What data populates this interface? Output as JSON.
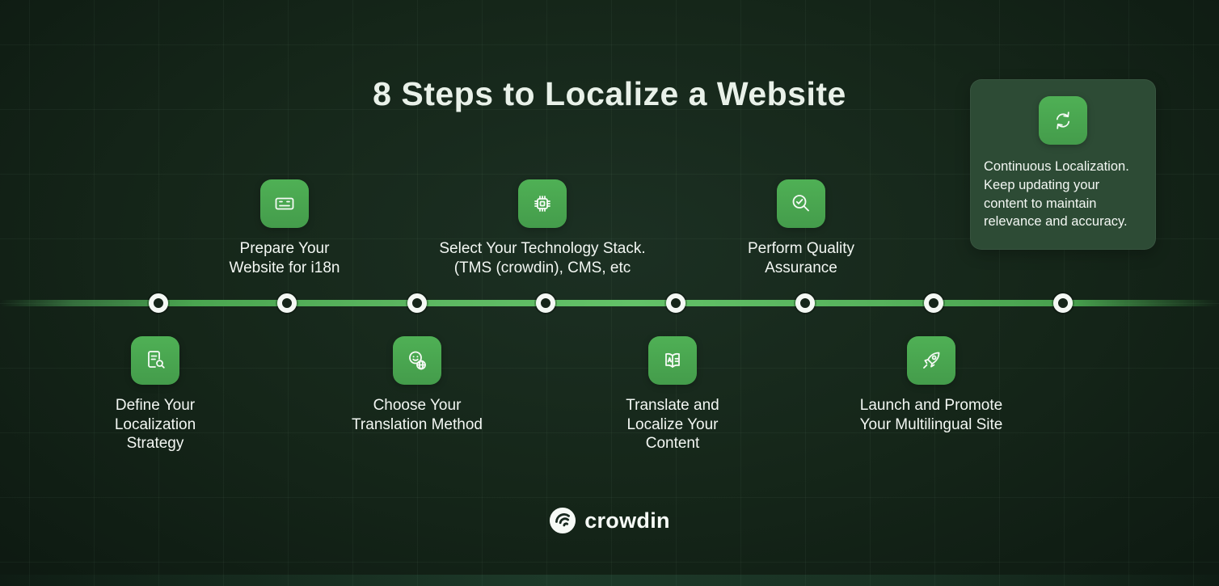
{
  "title": "8 Steps to Localize a Website",
  "brand": {
    "name": "crowdin"
  },
  "colors": {
    "background": "#0c1710",
    "accent_green": "#4caf50",
    "card_background": "#2d4b35",
    "text": "#f3f7f3",
    "node_ring": "#f4f8f4"
  },
  "timeline": {
    "node_count": 8
  },
  "steps": [
    {
      "n": 1,
      "position": "bottom",
      "icon": "strategy-note-icon",
      "label": "Define Your Localization Strategy"
    },
    {
      "n": 2,
      "position": "top",
      "icon": "website-window-icon",
      "label": "Prepare Your Website for i18n"
    },
    {
      "n": 3,
      "position": "bottom",
      "icon": "smiley-globe-icon",
      "label": "Choose Your Translation Method"
    },
    {
      "n": 4,
      "position": "top",
      "icon": "cpu-chip-icon",
      "label": "Select Your Technology Stack. (TMS (crowdin), CMS, etc"
    },
    {
      "n": 5,
      "position": "bottom",
      "icon": "open-book-icon",
      "label": "Translate and Localize Your Content"
    },
    {
      "n": 6,
      "position": "top",
      "icon": "search-check-icon",
      "label": "Perform Quality Assurance"
    },
    {
      "n": 7,
      "position": "bottom",
      "icon": "rocket-icon",
      "label": "Launch and Promote Your Multilingual Site"
    },
    {
      "n": 8,
      "position": "card",
      "icon": "refresh-icon",
      "label": "Continuous Localization. Keep updating your content to maintain relevance and accuracy."
    }
  ]
}
